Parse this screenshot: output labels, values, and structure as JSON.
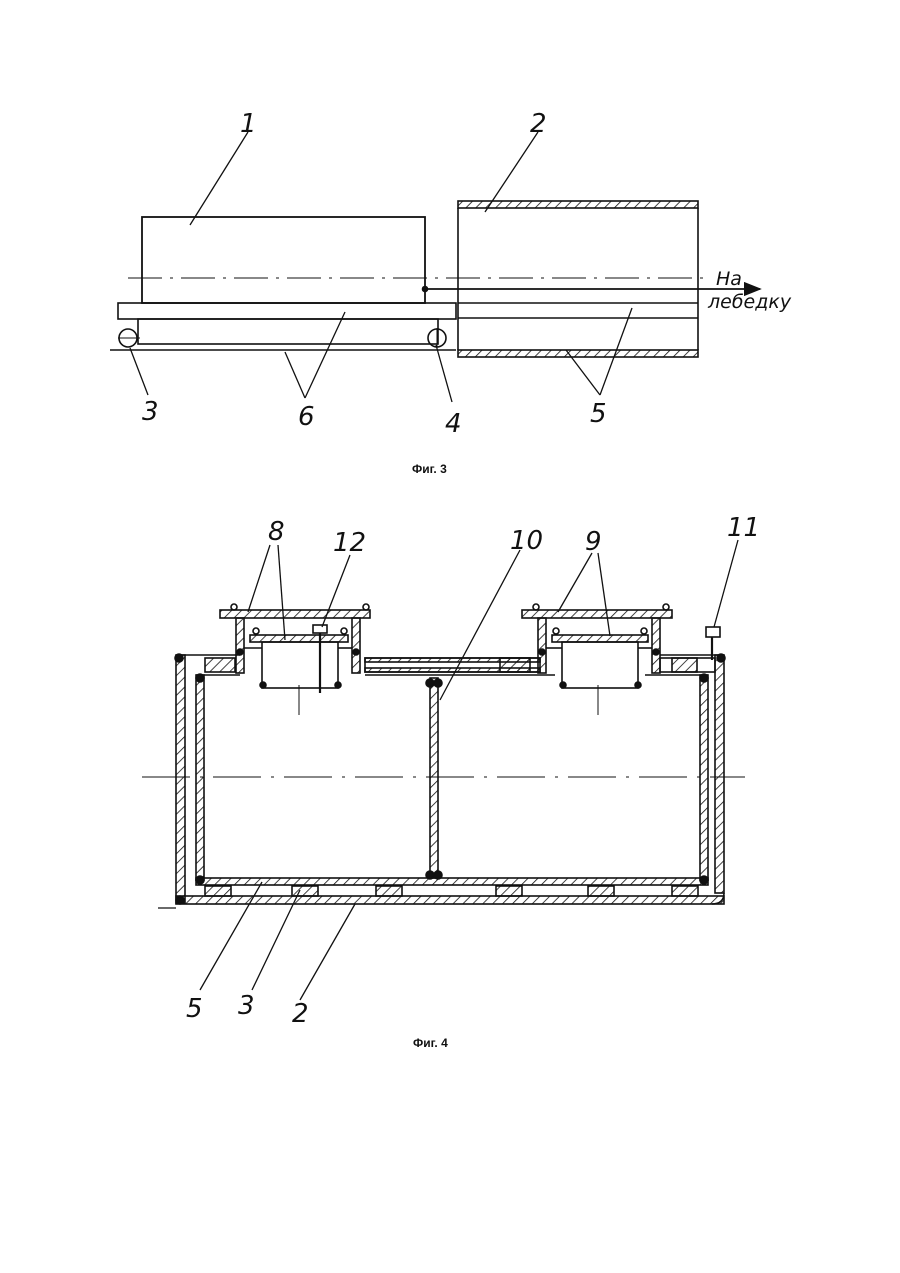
{
  "fig3": {
    "caption": "Фиг. 3",
    "winch_note_line1": "На",
    "winch_note_line2": "лебедку",
    "labels": {
      "l1": "1",
      "l2": "2",
      "l3": "3",
      "l4": "4",
      "l5": "5",
      "l6": "6"
    }
  },
  "fig4": {
    "caption": "Фиг. 4",
    "labels": {
      "l8": "8",
      "l12": "12",
      "l10": "10",
      "l9": "9",
      "l11": "11",
      "l5": "5",
      "l3": "3",
      "l2": "2"
    }
  },
  "colors": {
    "ink": "#111111",
    "paper": "#ffffff"
  }
}
